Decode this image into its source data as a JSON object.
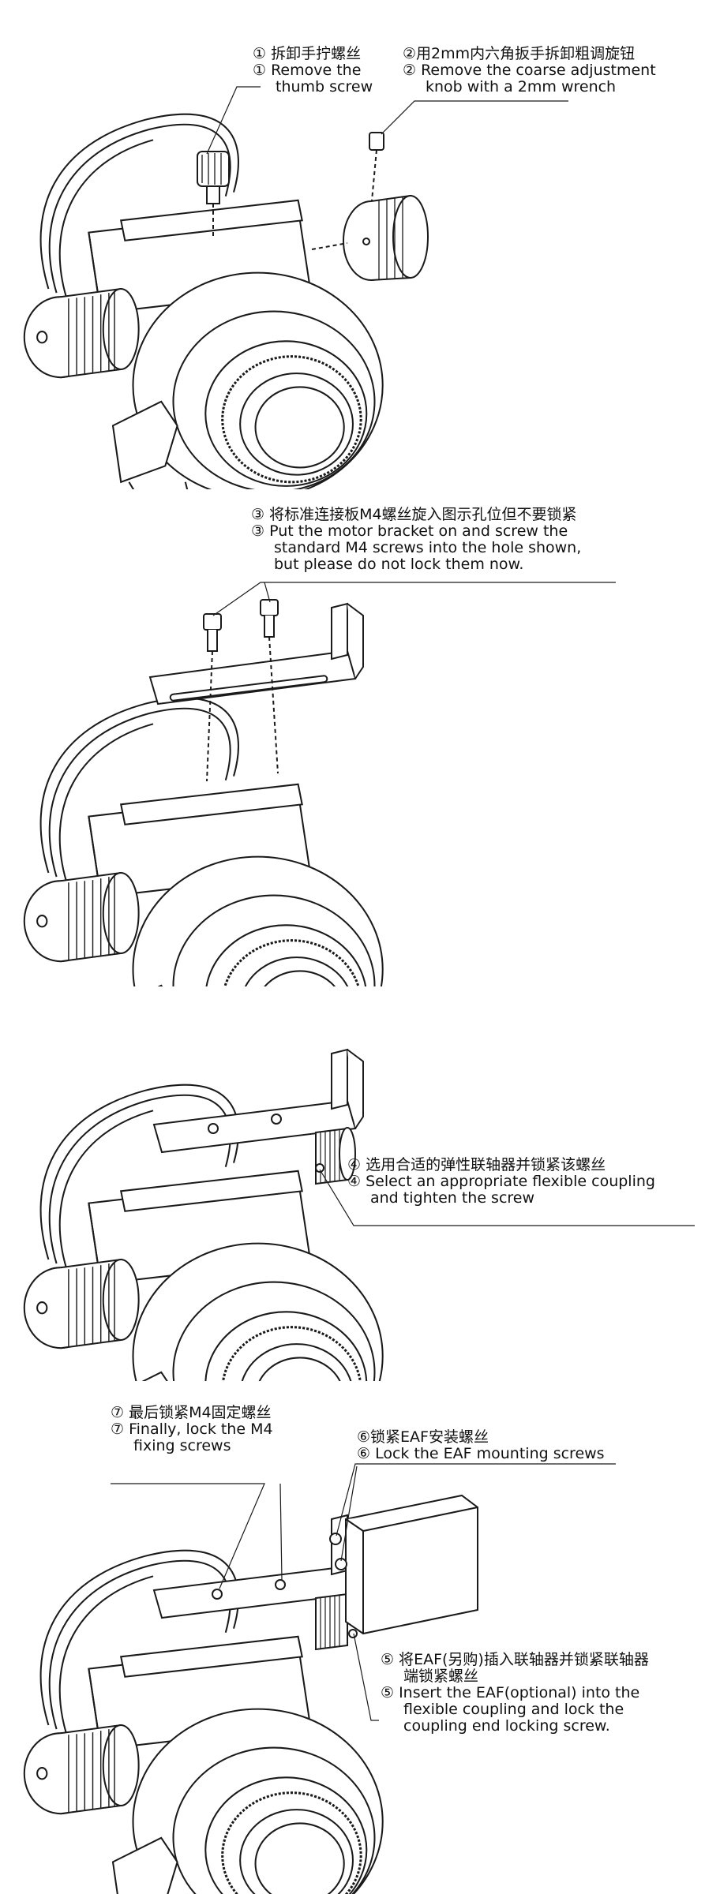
{
  "steps": [
    {
      "callouts": [
        {
          "cn": "① 拆卸手拧螺丝",
          "en": [
            "① Remove the",
            "thumb screw"
          ]
        },
        {
          "cn": "②用2mm内六角扳手拆卸粗调旋钮",
          "en": [
            "② Remove the coarse adjustment",
            "knob with a 2mm wrench"
          ]
        }
      ]
    },
    {
      "callouts": [
        {
          "cn": "③ 将标准连接板M4螺丝旋入图示孔位但不要锁紧",
          "en": [
            "③ Put the motor bracket on and screw the",
            "standard M4 screws into the hole shown,",
            "but please do not lock them now."
          ]
        }
      ]
    },
    {
      "callouts": [
        {
          "cn": "④ 选用合适的弹性联轴器并锁紧该螺丝",
          "en": [
            "④ Select an appropriate flexible coupling",
            "and tighten the screw"
          ]
        }
      ]
    },
    {
      "callouts": [
        {
          "cn": "⑦ 最后锁紧M4固定螺丝",
          "en": [
            "⑦ Finally, lock the M4",
            "fixing screws"
          ]
        },
        {
          "cn": "⑥锁紧EAF安装螺丝",
          "en": [
            "⑥ Lock the EAF mounting screws"
          ]
        },
        {
          "cn": [
            "⑤ 将EAF(另购)插入联轴器并锁紧联轴器",
            "端锁紧螺丝"
          ],
          "en": [
            "⑤ Insert the EAF(optional) into the",
            "flexible coupling and lock the",
            "coupling end locking screw."
          ]
        }
      ]
    }
  ]
}
